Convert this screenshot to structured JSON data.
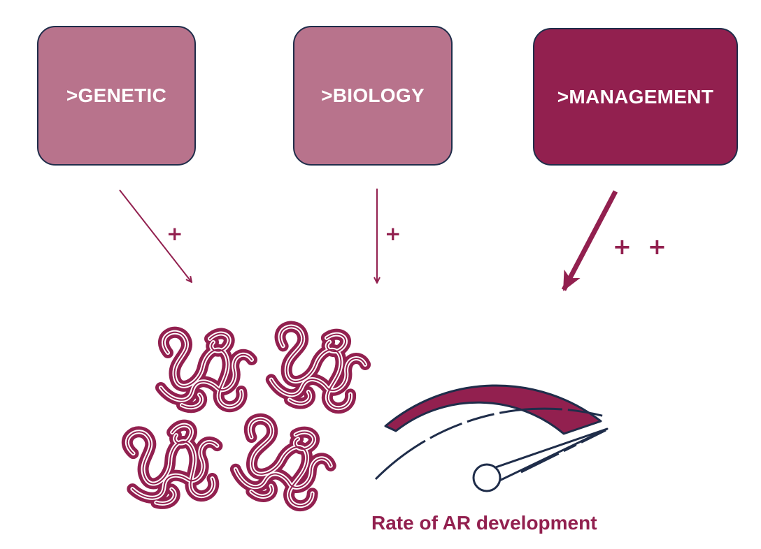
{
  "factors": [
    {
      "label": ">GENETIC",
      "effect": "+"
    },
    {
      "label": ">BIOLOGY",
      "effect": "+"
    },
    {
      "label": ">MANAGEMENT",
      "effect": "+ +"
    }
  ],
  "caption": "Rate of AR development",
  "colors": {
    "light_box": "#b8738c",
    "dark_box": "#92204f",
    "outline": "#1f2d4a",
    "background": "#ffffff"
  },
  "icons": [
    "arrow-icon",
    "worm-icon",
    "speedometer-icon"
  ]
}
